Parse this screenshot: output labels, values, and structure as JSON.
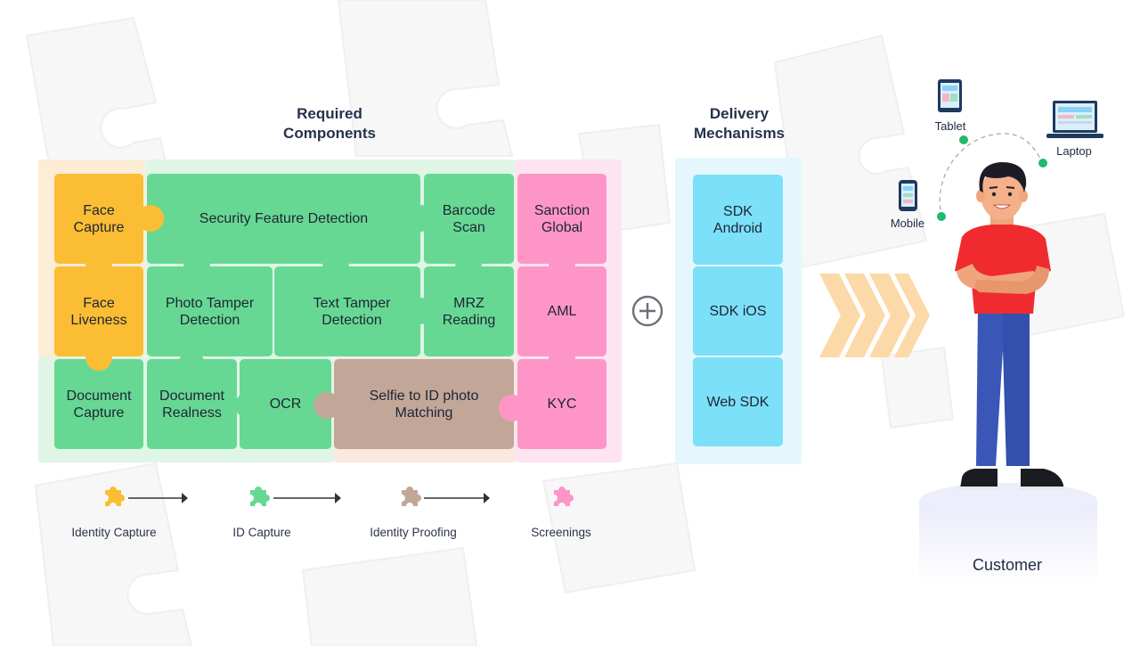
{
  "headings": {
    "required": [
      "Required",
      "Components"
    ],
    "delivery": [
      "Delivery",
      "Mechanisms"
    ]
  },
  "components": {
    "face_capture": [
      "Face",
      "Capture"
    ],
    "face_liveness": [
      "Face",
      "Liveness"
    ],
    "document_capture": [
      "Document",
      "Capture"
    ],
    "security_feature_detection": [
      "Security Feature Detection"
    ],
    "barcode_scan": [
      "Barcode",
      "Scan"
    ],
    "photo_tamper_detection": [
      "Photo Tamper",
      "Detection"
    ],
    "text_tamper_detection": [
      "Text Tamper",
      "Detection"
    ],
    "mrz_reading": [
      "MRZ",
      "Reading"
    ],
    "document_realness": [
      "Document",
      "Realness"
    ],
    "ocr": [
      "OCR"
    ],
    "selfie_matching": [
      "Selfie to ID photo",
      "Matching"
    ],
    "sanction_global": [
      "Sanction",
      "Global"
    ],
    "aml": [
      "AML"
    ],
    "kyc": [
      "KYC"
    ]
  },
  "delivery": {
    "sdk_android": [
      "SDK",
      "Android"
    ],
    "sdk_ios": [
      "SDK iOS"
    ],
    "web_sdk": [
      "Web SDK"
    ]
  },
  "timeline": [
    {
      "label": "Identity Capture",
      "color": "#fbbd33"
    },
    {
      "label": "ID Capture",
      "color": "#67d893"
    },
    {
      "label": "Identity Proofing",
      "color": "#c2a799"
    },
    {
      "label": "Screenings",
      "color": "#fd96c7"
    }
  ],
  "devices": {
    "tablet": "Tablet",
    "laptop": "Laptop",
    "mobile": "Mobile"
  },
  "customer_label": "Customer",
  "colors": {
    "identity_capture": "#fbbd33",
    "id_capture": "#67d893",
    "identity_proofing": "#c2a799",
    "screenings": "#fd96c7",
    "delivery": "#7be0f8",
    "chevrons": "#fcd9a8"
  }
}
